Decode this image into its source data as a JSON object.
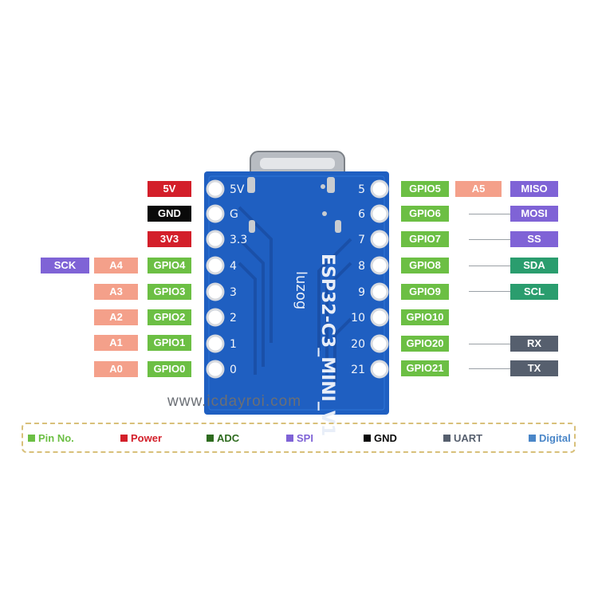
{
  "board": {
    "silk_name": "ESP32-C3_MINI_V1",
    "left_pin_numbers": [
      "5V",
      "G",
      "3.3",
      "4",
      "3",
      "2",
      "1",
      "0"
    ],
    "right_pin_numbers": [
      "5",
      "6",
      "7",
      "8",
      "9",
      "10",
      "20",
      "21"
    ]
  },
  "labels": {
    "left": [
      {
        "gpio": "5V",
        "gpio_color": "#d31f2a"
      },
      {
        "gpio": "GND",
        "gpio_color": "#0a0a0a"
      },
      {
        "gpio": "3V3",
        "gpio_color": "#d31f2a"
      },
      {
        "gpio": "GPIO4",
        "adc": "A4",
        "spi": "SCK"
      },
      {
        "gpio": "GPIO3",
        "adc": "A3"
      },
      {
        "gpio": "GPIO2",
        "adc": "A2"
      },
      {
        "gpio": "GPIO1",
        "adc": "A1"
      },
      {
        "gpio": "GPIO0",
        "adc": "A0"
      }
    ],
    "right": [
      {
        "gpio": "GPIO5",
        "adc": "A5",
        "func": "MISO"
      },
      {
        "gpio": "GPIO6",
        "func": "MOSI"
      },
      {
        "gpio": "GPIO7",
        "func": "SS"
      },
      {
        "gpio": "GPIO8",
        "func": "SDA"
      },
      {
        "gpio": "GPIO9",
        "func": "SCL"
      },
      {
        "gpio": "GPIO10"
      },
      {
        "gpio": "GPIO20",
        "func": "RX"
      },
      {
        "gpio": "GPIO21",
        "func": "TX"
      }
    ]
  },
  "watermark": "www.icdayroi.com",
  "legend": [
    {
      "label": "Pin No.",
      "color": "#6cbf44"
    },
    {
      "label": "Power",
      "color": "#d31f2a"
    },
    {
      "label": "ADC",
      "color": "#2e6b1e"
    },
    {
      "label": "SPI",
      "color": "#7f63d6"
    },
    {
      "label": "GND",
      "color": "#0a0a0a"
    },
    {
      "label": "UART",
      "color": "#565f6e"
    },
    {
      "label": "Digital",
      "color": "#4a86c8"
    }
  ]
}
